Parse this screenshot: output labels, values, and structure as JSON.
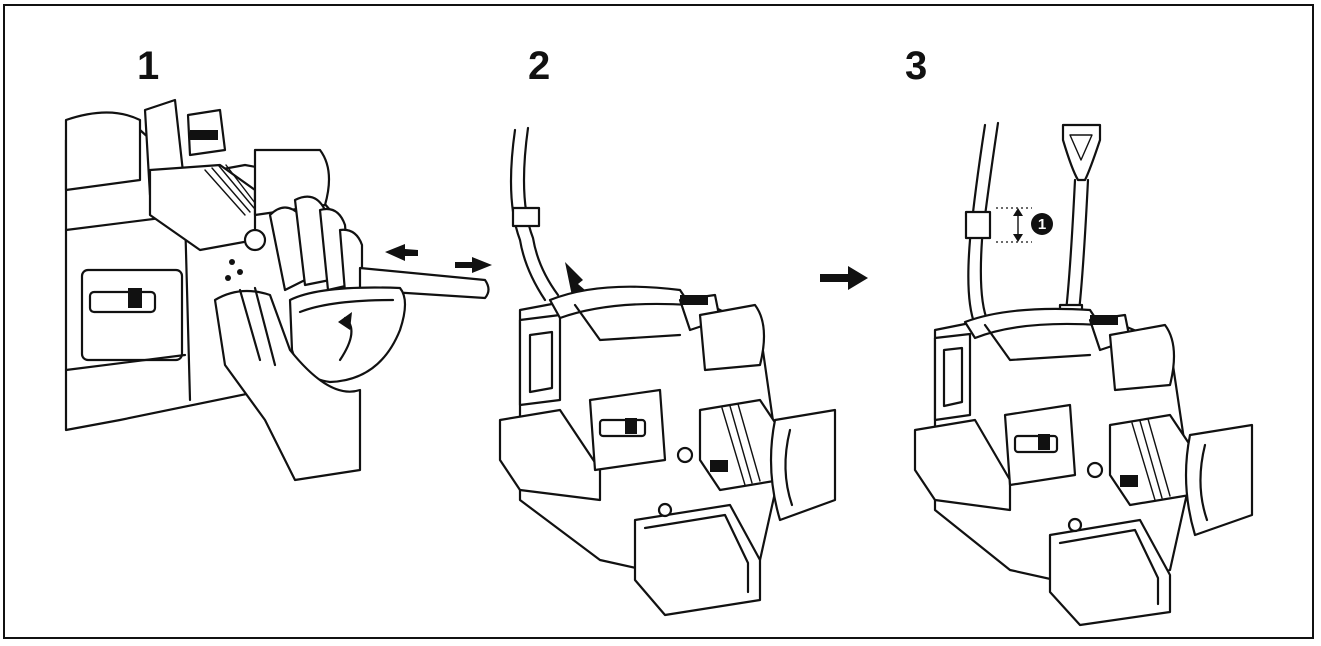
{
  "steps": [
    {
      "number": "1"
    },
    {
      "number": "2"
    },
    {
      "number": "3"
    }
  ],
  "callout": {
    "label": "1"
  }
}
